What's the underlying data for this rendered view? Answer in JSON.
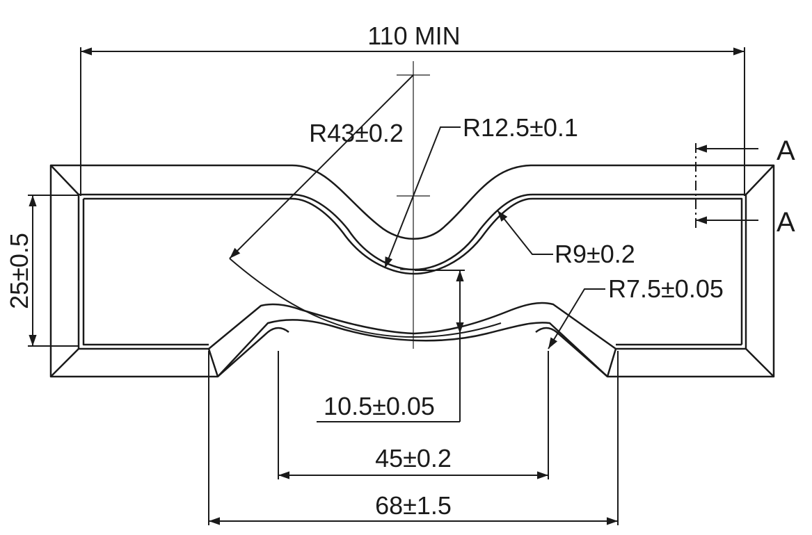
{
  "colors": {
    "ink": "#1a1a1a",
    "background": "#ffffff"
  },
  "dimensions": {
    "overall_width": "110 MIN",
    "height": "25±0.5",
    "outer_radius": "R43±0.2",
    "groove_radius": "R12.5±0.1",
    "fillet_radius": "R9±0.2",
    "lower_radius": "R7.5±0.05",
    "groove_depth": "10.5±0.05",
    "inner_span": "45±0.2",
    "outer_span": "68±1.5"
  },
  "section": {
    "top_label": "A",
    "bottom_label": "A"
  }
}
